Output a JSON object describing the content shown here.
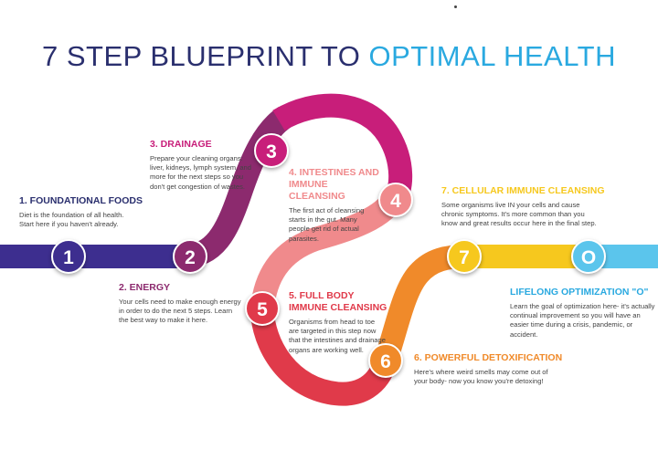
{
  "title": {
    "part1": "7 STEP BLUEPRINT TO ",
    "part2": "OPTIMAL HEALTH"
  },
  "colors": {
    "navy": "#2a2f6e",
    "title_accent": "#2aa9e0",
    "step1": "#3d2e8f",
    "step2": "#8c2a6e",
    "step3": "#c81e7a",
    "step4": "#f08a8c",
    "step5": "#e03a4a",
    "step6": "#f08a2a",
    "step7": "#f6c81e",
    "optimization": "#5bc5ec"
  },
  "steps": [
    {
      "num": "1",
      "title": "1. FOUNDATIONAL FOODS",
      "desc": [
        "Diet is the foundation of all health.",
        "Start here if you haven't already."
      ]
    },
    {
      "num": "2",
      "title": "2. ENERGY",
      "desc": [
        "Your cells need to make enough energy",
        "in order to do the next 5 steps.  Learn",
        "the best way to make it here."
      ]
    },
    {
      "num": "3",
      "title": "3. DRAINAGE",
      "desc": [
        "Prepare your cleaning organs:",
        "liver, kidneys, lymph system, and",
        "more for the next steps so you",
        "don't get congestion of wastes."
      ]
    },
    {
      "num": "4",
      "title": [
        "4. INTESTINES AND",
        "IMMUNE CLEANSING"
      ],
      "desc": [
        "The first act of cleansing",
        "starts in the gut. Many",
        "people get rid of actual",
        "parasites."
      ]
    },
    {
      "num": "5",
      "title": [
        "5. FULL BODY",
        "IMMUNE CLEANSING"
      ],
      "desc": [
        "Organisms from head to toe",
        "are targeted in this step now",
        "that the intestines and drainage",
        "organs are working well."
      ]
    },
    {
      "num": "6",
      "title": "6. POWERFUL DETOXIFICATION",
      "desc": [
        "Here's where weird smells may come out of",
        "your body- now you know you're detoxing!"
      ]
    },
    {
      "num": "7",
      "title": "7. CELLULAR IMMUNE CLEANSING",
      "desc": [
        "Some organisms live IN your cells and cause",
        "chronic symptoms. It's more common than you",
        "know and great results occur here in the final step."
      ]
    },
    {
      "num": "O",
      "title": "LIFELONG OPTIMIZATION \"O\"",
      "desc": [
        "Learn the goal of optimization here- it's actually",
        "continual improvement so you will have an",
        "easier time during a crisis, pandemic, or accident."
      ]
    }
  ]
}
